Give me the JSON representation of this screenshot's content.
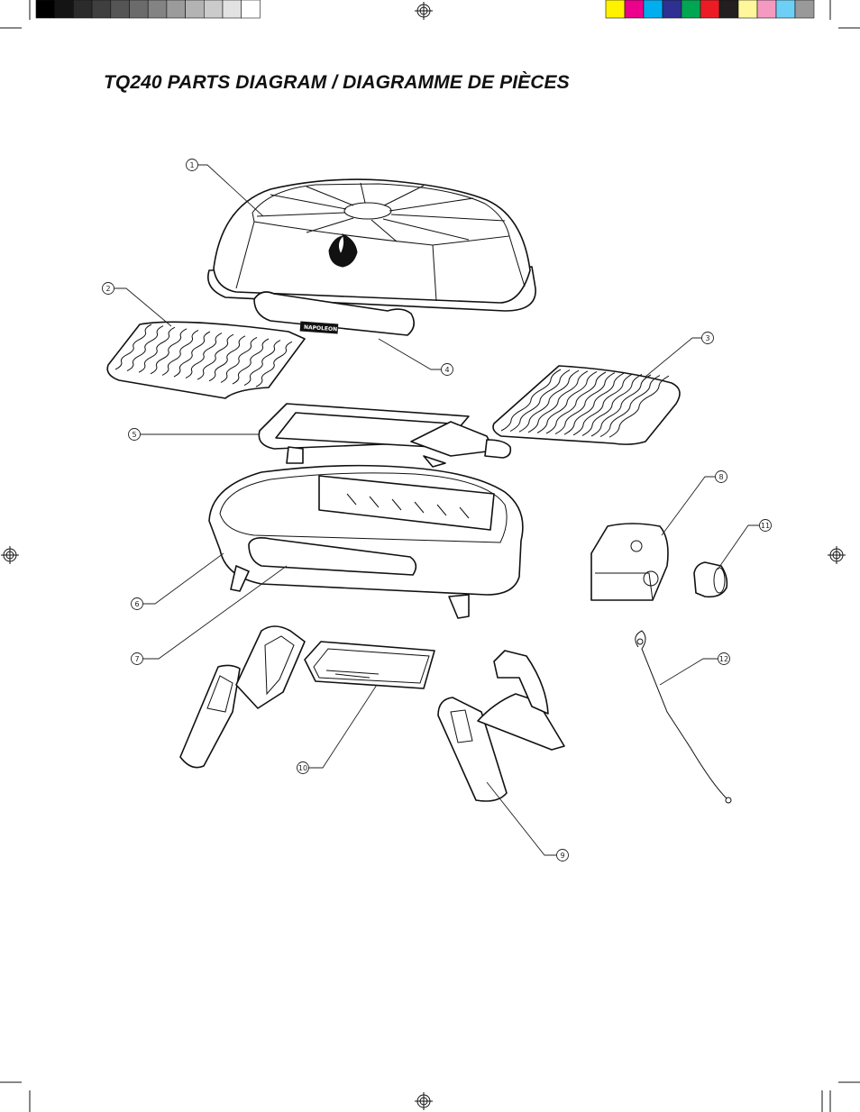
{
  "title": "TQ240 PARTS DIAGRAM / DIAGRAMME DE PIÈCES",
  "callouts": [
    "1",
    "2",
    "3",
    "4",
    "5",
    "6",
    "7",
    "8",
    "9",
    "10",
    "11",
    "12"
  ],
  "brand_text": "NAPOLEON",
  "grey_swatches": [
    "#000000",
    "#141414",
    "#2b2b2b",
    "#3f3f3f",
    "#555555",
    "#6b6b6b",
    "#838383",
    "#9b9b9b",
    "#b3b3b3",
    "#cbcbcb",
    "#e2e2e2",
    "#ffffff"
  ],
  "color_swatches": [
    "#fff200",
    "#ec008c",
    "#00aeef",
    "#2e3192",
    "#00a651",
    "#ed1c24",
    "#231f20",
    "#fff799",
    "#f49ac1",
    "#6dcff6",
    "#999999"
  ]
}
